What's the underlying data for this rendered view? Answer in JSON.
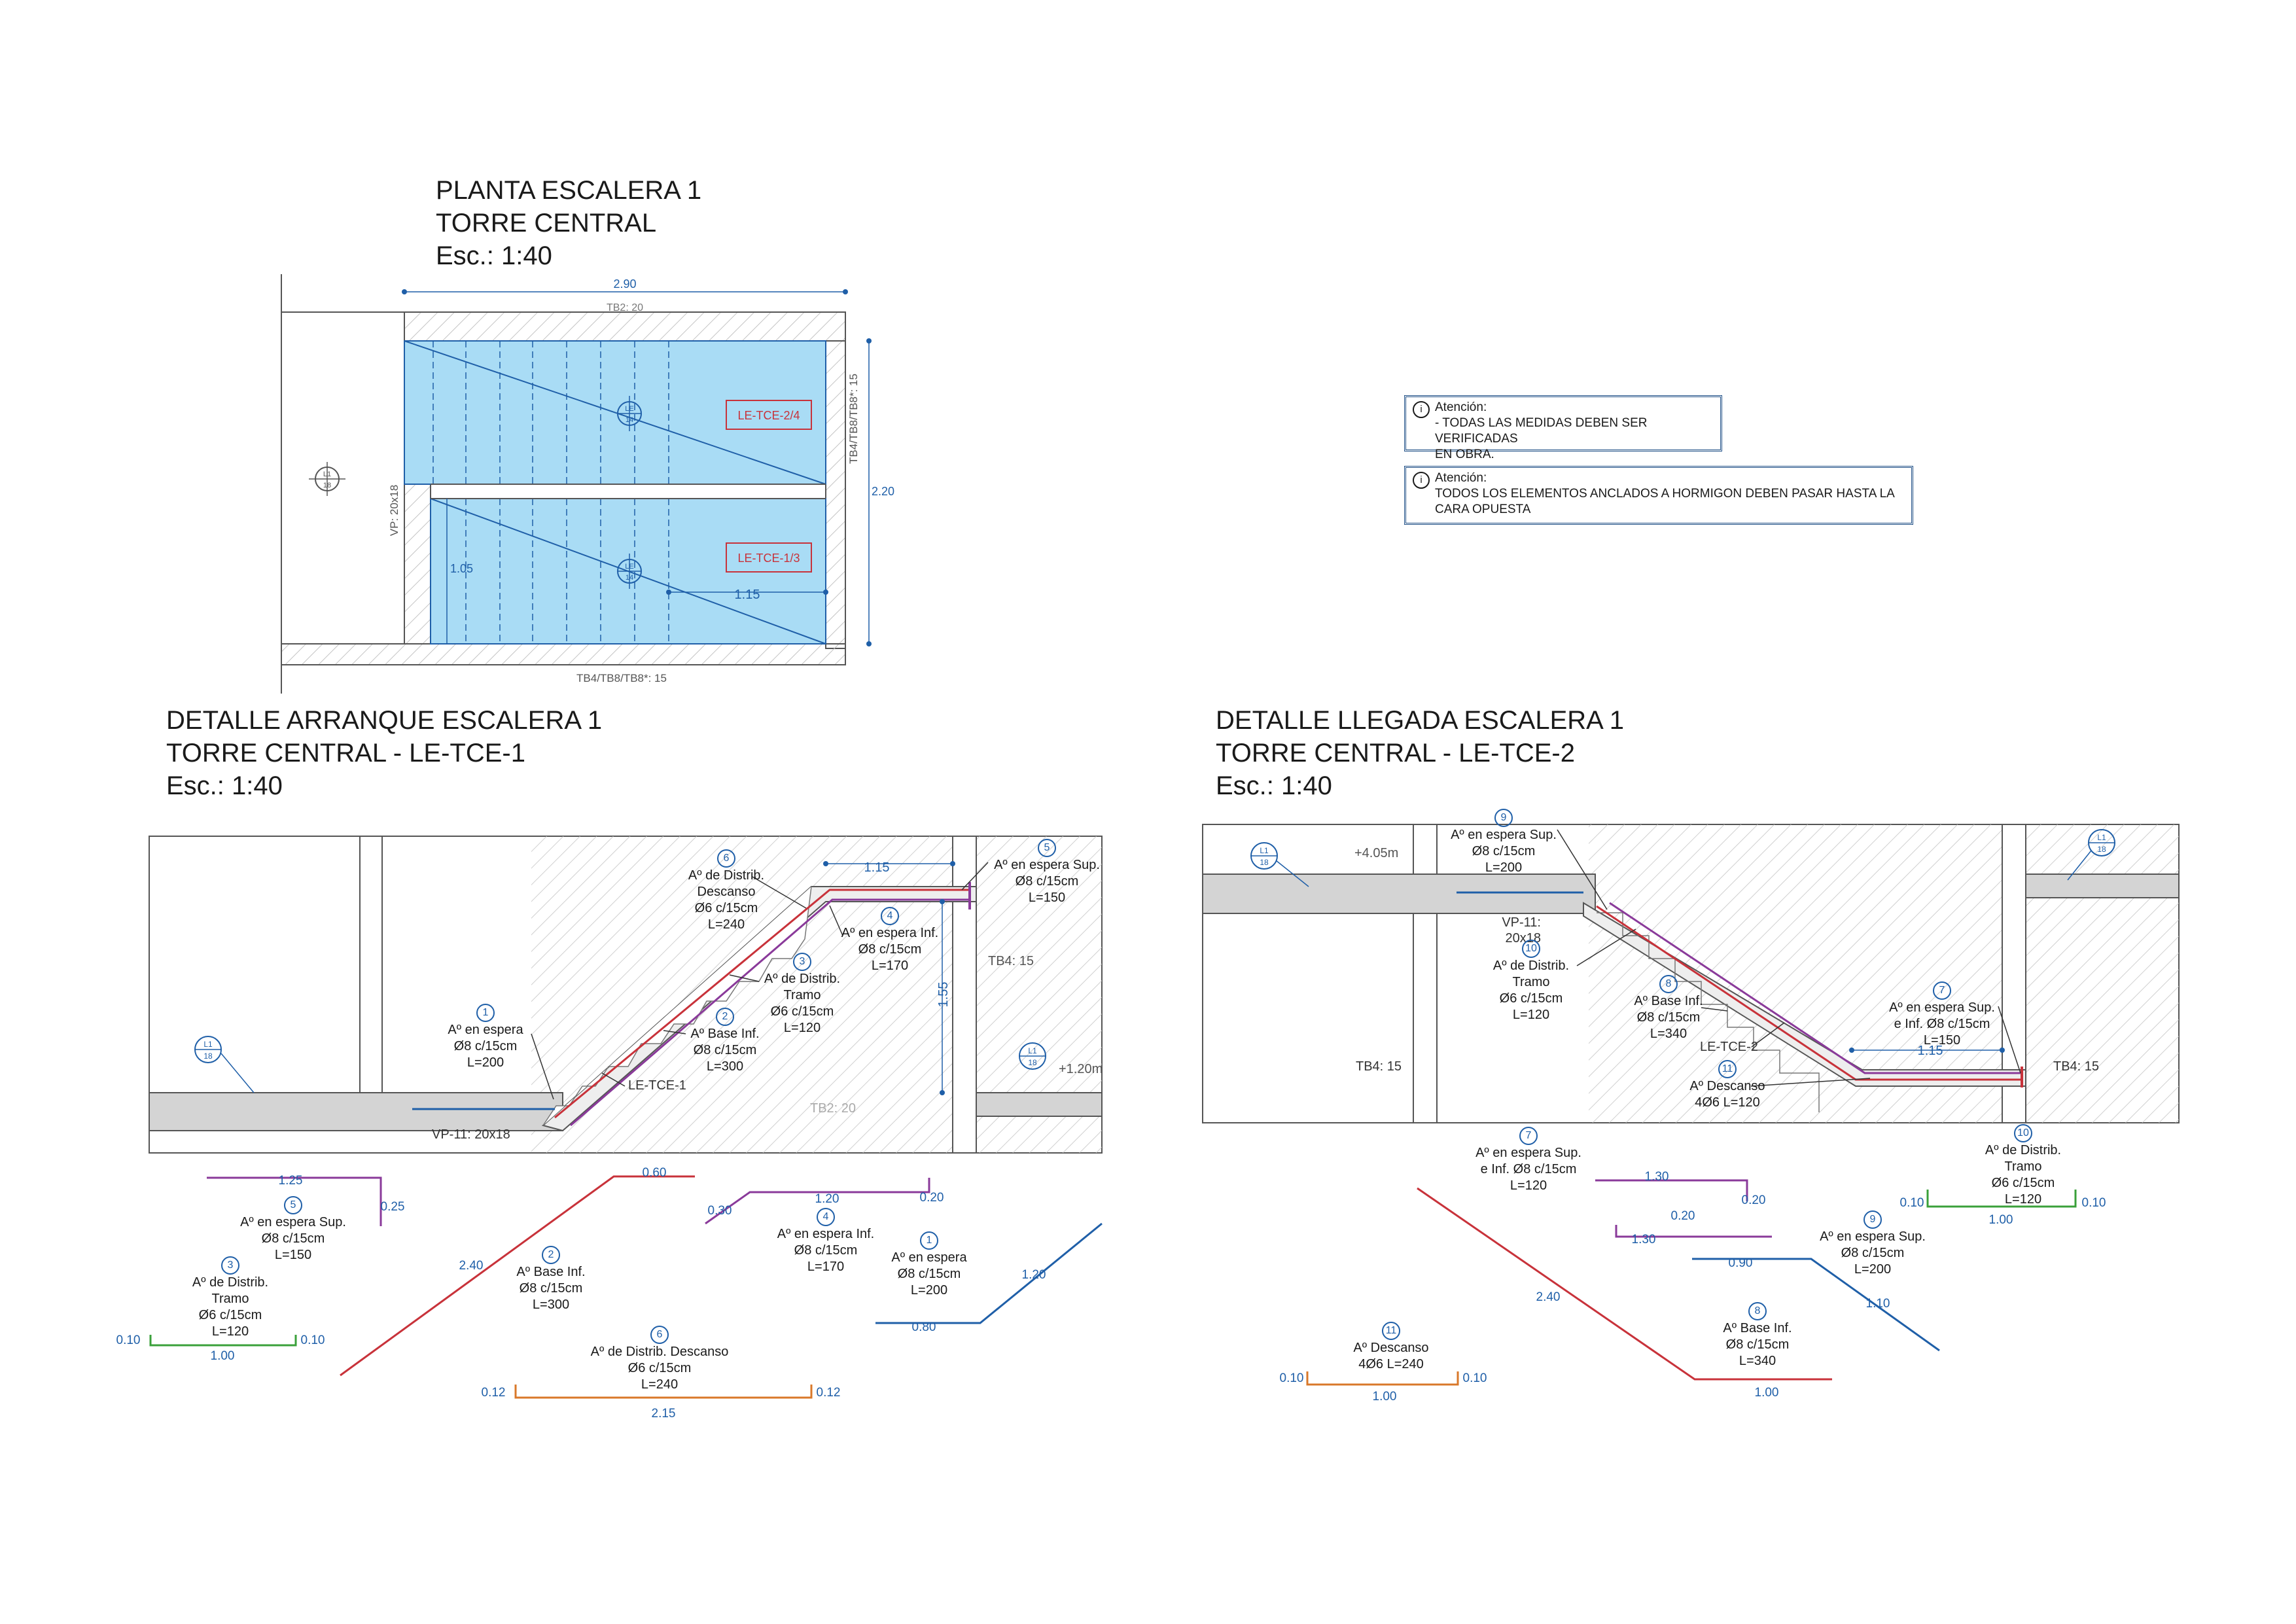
{
  "titles": {
    "plan": [
      "PLANTA ESCALERA 1",
      "TORRE CENTRAL",
      "Esc.: 1:40"
    ],
    "start": [
      "DETALLE ARRANQUE ESCALERA 1",
      "TORRE CENTRAL - LE-TCE-1",
      "Esc.: 1:40"
    ],
    "end": [
      "DETALLE LLEGADA ESCALERA 1",
      "TORRE CENTRAL - LE-TCE-2",
      "Esc.: 1:40"
    ]
  },
  "notes": [
    {
      "icon": "i",
      "lines": [
        "Atención:",
        "- TODAS LAS MEDIDAS DEBEN SER VERIFICADAS",
        "EN OBRA."
      ]
    },
    {
      "icon": "i",
      "lines": [
        "Atención:",
        "TODOS LOS ELEMENTOS ANCLADOS A HORMIGON DEBEN PASAR HASTA LA",
        "CARA OPUESTA"
      ]
    }
  ],
  "plan": {
    "dim_top": "2.90",
    "tb_top": "TB2: 20",
    "tb_right": "TB4/TB8/TB8*: 15",
    "dim_right": "2.20",
    "tb_bottom": "TB4/TB8/TB8*: 15",
    "vp": "VP: 20x18",
    "dim_left": "1.05",
    "dim_inner": "1.15",
    "tag_upper": "LE-TCE-2/4",
    "tag_lower": "LE-TCE-1/3",
    "section_marker": {
      "top": "L1",
      "bottom": "18"
    },
    "stair_marker": {
      "top": "LE",
      "bottom": "14"
    }
  },
  "start": {
    "callouts": [
      {
        "num": "6",
        "lines": [
          "Aº de Distrib.",
          "Descanso",
          "Ø6 c/15cm",
          "L=240"
        ]
      },
      {
        "num": "5",
        "lines": [
          "Aº en espera Sup.",
          "Ø8 c/15cm",
          "L=150"
        ]
      },
      {
        "num": "4",
        "lines": [
          "Aº en espera Inf.",
          "Ø8 c/15cm",
          "L=170"
        ]
      },
      {
        "num": "3",
        "lines": [
          "Aº de Distrib.",
          "Tramo",
          "Ø6 c/15cm",
          "L=120"
        ]
      },
      {
        "num": "2",
        "lines": [
          "Aº Base Inf.",
          "Ø8 c/15cm",
          "L=300"
        ]
      },
      {
        "num": "1",
        "lines": [
          "Aº en espera",
          "Ø8 c/15cm",
          "L=200"
        ]
      }
    ],
    "dim_115": "1.15",
    "dim_155": "1.55",
    "tb4": "TB4: 15",
    "level": "+1.20m",
    "tb2": "TB2: 20",
    "vp": "VP-11: 20x18",
    "le": "LE-TCE-1",
    "bars": [
      {
        "num": "5",
        "lines": [
          "Aº en espera Sup.",
          "Ø8 c/15cm",
          "L=150"
        ],
        "dims": [
          "1.25",
          "0.25"
        ]
      },
      {
        "num": "3",
        "lines": [
          "Aº de Distrib.",
          "Tramo",
          "Ø6 c/15cm",
          "L=120"
        ],
        "dims": [
          "0.10",
          "0.10",
          "1.00"
        ]
      },
      {
        "num": "2",
        "lines": [
          "Aº Base Inf.",
          "Ø8 c/15cm",
          "L=300"
        ],
        "dims": [
          "0.60",
          "2.40"
        ]
      },
      {
        "num": "6",
        "lines": [
          "Aº de Distrib. Descanso",
          "Ø6 c/15cm",
          "L=240"
        ],
        "dims": [
          "0.12",
          "0.12",
          "2.15"
        ]
      },
      {
        "num": "4",
        "lines": [
          "Aº en espera Inf.",
          "Ø8 c/15cm",
          "L=170"
        ],
        "dims": [
          "0.30",
          "1.20",
          "0.20"
        ]
      },
      {
        "num": "1",
        "lines": [
          "Aº en espera",
          "Ø8 c/15cm",
          "L=200"
        ],
        "dims": [
          "1.20",
          "0.80"
        ]
      }
    ]
  },
  "end": {
    "callouts": [
      {
        "num": "9",
        "lines": [
          "Aº en espera Sup.",
          "Ø8 c/15cm",
          "L=200"
        ]
      },
      {
        "num": "10",
        "lines": [
          "Aº de Distrib.",
          "Tramo",
          "Ø6 c/15cm",
          "L=120"
        ]
      },
      {
        "num": "8",
        "lines": [
          "Aº Base Inf.",
          "Ø8 c/15cm",
          "L=340"
        ]
      },
      {
        "num": "7",
        "lines": [
          "Aº en espera Sup.",
          "e Inf. Ø8 c/15cm",
          "L=150"
        ]
      },
      {
        "num": "11",
        "lines": [
          "Aº Descanso",
          "4Ø6 L=120"
        ]
      }
    ],
    "level": "+4.05m",
    "vp": [
      "VP-11:",
      "20x18"
    ],
    "le": "LE-TCE-2",
    "tb4_left": "TB4: 15",
    "tb4_right": "TB4: 15",
    "dim_115": "1.15",
    "bars": [
      {
        "num": "7",
        "lines": [
          "Aº en espera Sup.",
          "e Inf. Ø8 c/15cm",
          "L=120"
        ],
        "dims": [
          "1.30",
          "0.20",
          "0.20",
          "1.30"
        ]
      },
      {
        "num": "10",
        "lines": [
          "Aº de Distrib.",
          "Tramo",
          "Ø6 c/15cm",
          "L=120"
        ],
        "dims": [
          "0.10",
          "0.10",
          "1.00"
        ]
      },
      {
        "num": "9",
        "lines": [
          "Aº en espera Sup.",
          "Ø8 c/15cm",
          "L=200"
        ],
        "dims": [
          "0.90",
          "1.10"
        ]
      },
      {
        "num": "8",
        "lines": [
          "Aº Base Inf.",
          "Ø8 c/15cm",
          "L=340"
        ],
        "dims": [
          "2.40",
          "1.00"
        ]
      },
      {
        "num": "11",
        "lines": [
          "Aº Descanso",
          "4Ø6 L=240"
        ],
        "dims": [
          "0.10",
          "0.10",
          "1.00"
        ]
      }
    ]
  },
  "colors": {
    "line": "#1a1a1a",
    "dim": "#1f5fa8",
    "fill_plan": "#a9dcf5",
    "bar_red": "#c8323a",
    "bar_purple": "#8a3a9a",
    "bar_green": "#3aa03a",
    "hatch": "#bdbdbd",
    "slab": "#d4d4d4"
  }
}
